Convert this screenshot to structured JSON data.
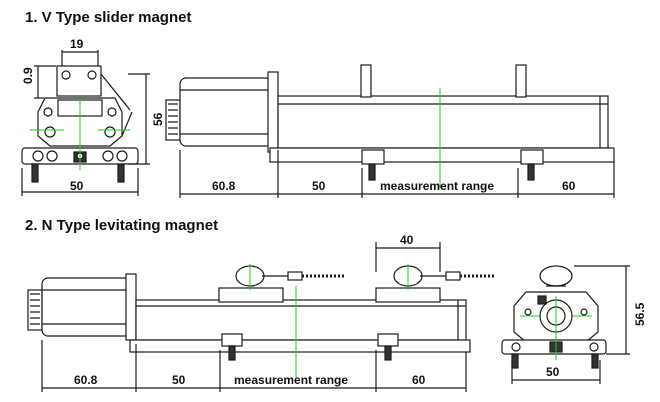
{
  "section1": {
    "title": "1. V Type  slider magnet",
    "dims": {
      "top_width": "19",
      "gap": "0.9",
      "height": "56",
      "base_width": "50",
      "motor_len": "60.8",
      "start_len": "50",
      "range": "measurement range",
      "end_len": "60"
    }
  },
  "section2": {
    "title": "2. N Type  levitating magnet",
    "dims": {
      "magnet_gap": "40",
      "motor_len": "60.8",
      "start_len": "50",
      "range": "measurement range",
      "end_len": "60",
      "height": "56.5",
      "base_width": "50"
    }
  },
  "colors": {
    "line": "#1a1a1a",
    "centerline": "#22cc22",
    "body_fill": "#ffffff",
    "dark_fill": "#333333"
  }
}
